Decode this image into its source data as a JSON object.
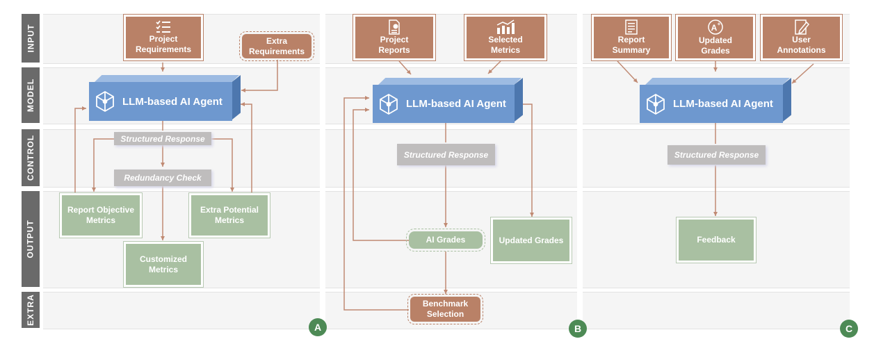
{
  "lanes": [
    "INPUT",
    "MODEL",
    "CONTROL",
    "OUTPUT",
    "EXTRA"
  ],
  "panel_a": {
    "badge": "A",
    "project_requirements": [
      "Project",
      "Requirements"
    ],
    "extra_requirements": [
      "Extra",
      "Requirements"
    ],
    "agent": "LLM-based AI Agent",
    "structured_response": "Structured Response",
    "redundancy_check": "Redundancy Check",
    "report_objective": [
      "Report Objective",
      "Metrics"
    ],
    "extra_potential": [
      "Extra Potential",
      "Metrics"
    ],
    "customized": [
      "Customized",
      "Metrics"
    ]
  },
  "panel_b": {
    "badge": "B",
    "project_reports": [
      "Project",
      "Reports"
    ],
    "selected_metrics": [
      "Selected",
      "Metrics"
    ],
    "agent": "LLM-based AI Agent",
    "structured_response": "Structured Response",
    "ai_grades": "AI Grades",
    "updated_grades": "Updated Grades",
    "benchmark": [
      "Benchmark",
      "Selection"
    ]
  },
  "panel_c": {
    "badge": "C",
    "report_summary": [
      "Report",
      "Summary"
    ],
    "updated_grades": [
      "Updated",
      "Grades"
    ],
    "user_annotations": [
      "User",
      "Annotations"
    ],
    "agent": "LLM-based AI Agent",
    "structured_response": "Structured Response",
    "feedback": "Feedback"
  },
  "colors": {
    "input": "#b98167",
    "agent": "#6e98cf",
    "output": "#a9c0a2",
    "control": "#bfbdbd",
    "badge": "#4d8a55",
    "arrow": "#c08a73"
  }
}
